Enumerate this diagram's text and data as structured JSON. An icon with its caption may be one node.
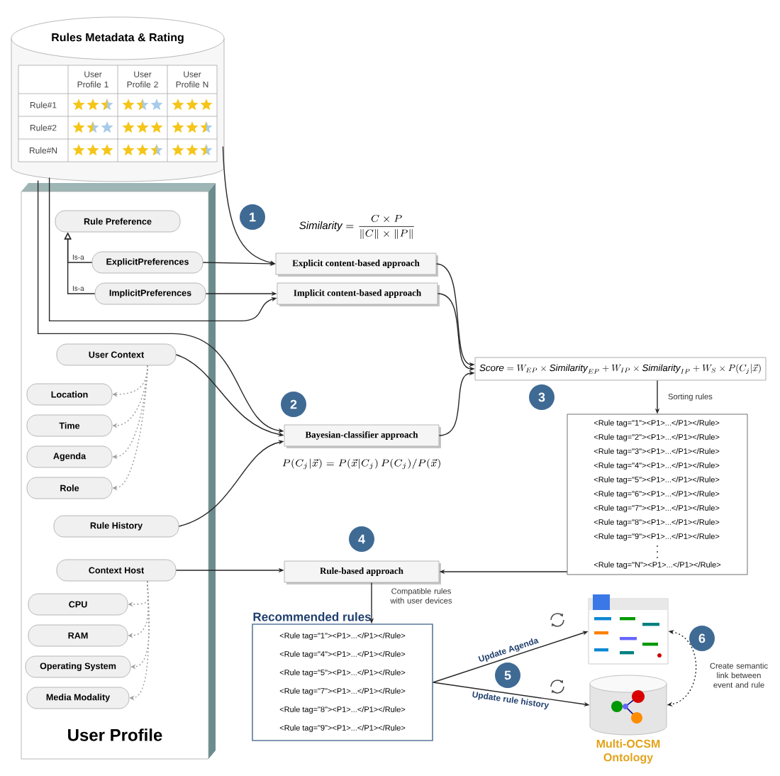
{
  "diagram": {
    "nodes": [
      {
        "text": [
          "Rules Metadata & Rating"
        ]
      },
      {
        "text": [
          "User Profile"
        ]
      },
      {
        "text": [
          "Rule Preference"
        ],
        "in": 1
      },
      {
        "text": [
          "ExplicitPreferences"
        ],
        "in": 1
      },
      {
        "text": [
          "ImplicitPreferences"
        ],
        "in": 1
      },
      {
        "text": [
          "User Context"
        ],
        "in": 1
      },
      {
        "text": [
          "Location"
        ],
        "in": 1
      },
      {
        "text": [
          "Time"
        ],
        "in": 1
      },
      {
        "text": [
          "Agenda"
        ],
        "in": 1
      },
      {
        "text": [
          "Role"
        ],
        "in": 1
      },
      {
        "text": [
          "Rule History"
        ],
        "in": 1
      },
      {
        "text": [
          "Context Host"
        ],
        "in": 1
      },
      {
        "text": [
          "CPU"
        ],
        "in": 1
      },
      {
        "text": [
          "RAM"
        ],
        "in": 1
      },
      {
        "text": [
          "Operating System"
        ],
        "in": 1
      },
      {
        "text": [
          "Media Modality"
        ],
        "in": 1
      },
      {
        "text": [
          "Explicit content-based approach"
        ],
        "beside": [
          "\\mathit{Similarity} = \\frac{C \\times P}{\\|C\\| \\times \\|P\\|}"
        ]
      },
      {
        "text": [
          "Implicit content-based approach"
        ]
      },
      {
        "text": [
          "Bayesian-classifier approach"
        ],
        "beside": [
          "P(C_j|\\vec{x}) = P(\\vec{x}|C_j)\\,P(C_j)/P(\\vec{x})"
        ]
      },
      {
        "text": [
          "\\mathit{Score} = W_{EP} \\times \\mathit{Similarity}_{EP} + W_{IP} \\times \\mathit{Similarity}_{IP} + W_S \\times P(C_j|\\vec{x})"
        ]
      },
      {
        "text": [
          "<Rule tag=\"1\"><P1>...</P1></Rule>",
          "<Rule tag=\"2\"><P1>...</P1></Rule>",
          "<Rule tag=\"3\"><P1>...</P1></Rule>",
          "<Rule tag=\"4\"><P1>...</P1></Rule>",
          "<Rule tag=\"5\"><P1>...</P1></Rule>",
          "<Rule tag=\"6\"><P1>...</P1></Rule>",
          "<Rule tag=\"7\"><P1>...</P1></Rule>",
          "<Rule tag=\"8\"><P1>...</P1></Rule>",
          "<Rule tag=\"9\"><P1>...</P1></Rule>",
          "<Rule tag=\"N\"><P1>...</P1></Rule>"
        ]
      },
      {
        "text": [
          "Rule-based approach"
        ]
      },
      {
        "text": [
          "Recommended rules",
          "<Rule tag=\"1\"><P1>...</P1></Rule>",
          "<Rule tag=\"4\"><P1>...</P1></Rule>",
          "<Rule tag=\"5\"><P1>...</P1></Rule>",
          "<Rule tag=\"7\"><P1>...</P1></Rule>",
          "<Rule tag=\"8\"><P1>...</P1></Rule>",
          "<Rule tag=\"9\"><P1>...</P1></Rule>"
        ]
      },
      {
        "text": [],
        "shape": "picture"
      },
      {
        "text": [
          "Multi-OCSM Ontology"
        ]
      }
    ],
    "edges": [
      {
        "from": 0,
        "to": 16,
        "arrow": "to"
      },
      {
        "from": 3,
        "to": 2,
        "arrow": "to",
        "label": "Is-a"
      },
      {
        "from": 4,
        "to": 2,
        "arrow": "to",
        "label": "Is-a"
      },
      {
        "from": 3,
        "to": 16,
        "arrow": "to"
      },
      {
        "from": 4,
        "to": 17,
        "arrow": "to"
      },
      {
        "from": 0,
        "to": 17,
        "arrow": "to"
      },
      {
        "from": 0,
        "to": 18,
        "arrow": "to"
      },
      {
        "from": 5,
        "to": 6,
        "arrow": "to",
        "style": "dashed",
        "color": "#9a9a9a"
      },
      {
        "from": 5,
        "to": 7,
        "arrow": "to",
        "style": "dashed",
        "color": "#9a9a9a"
      },
      {
        "from": 5,
        "to": 8,
        "arrow": "to",
        "style": "dashed",
        "color": "#9a9a9a"
      },
      {
        "from": 5,
        "to": 9,
        "arrow": "to",
        "style": "dashed",
        "color": "#9a9a9a"
      },
      {
        "from": 5,
        "to": 18,
        "arrow": "to"
      },
      {
        "from": 10,
        "to": 18,
        "arrow": "to"
      },
      {
        "from": 11,
        "to": 12,
        "arrow": "to",
        "style": "dashed",
        "color": "#9a9a9a"
      },
      {
        "from": 11,
        "to": 13,
        "arrow": "to",
        "style": "dashed",
        "color": "#9a9a9a"
      },
      {
        "from": 11,
        "to": 14,
        "arrow": "to",
        "style": "dashed",
        "color": "#9a9a9a"
      },
      {
        "from": 11,
        "to": 15,
        "arrow": "to",
        "style": "dashed",
        "color": "#9a9a9a"
      },
      {
        "from": 11,
        "to": 21,
        "arrow": "to"
      },
      {
        "from": 16,
        "to": 19,
        "arrow": "to"
      },
      {
        "from": 17,
        "to": 19,
        "arrow": "to"
      },
      {
        "from": 18,
        "to": 19,
        "arrow": "to"
      },
      {
        "from": 19,
        "to": 20,
        "arrow": "to",
        "label": "Sorting rules"
      },
      {
        "from": 20,
        "to": 21,
        "arrow": "to"
      },
      {
        "from": 21,
        "to": 22,
        "arrow": "to",
        "label": "Compatible rules with user devices"
      },
      {
        "from": 22,
        "to": 23,
        "arrow": "to",
        "label": "Update Agenda"
      },
      {
        "from": 22,
        "to": 24,
        "arrow": "to",
        "label": "Update rule history"
      },
      {
        "from": 23,
        "to": 24,
        "arrow": "both",
        "style": "dashed",
        "label": "Create semantic link between event and rule"
      }
    ],
    "labels": [
      "User Profile 1",
      "User Profile 2",
      "User Profile N",
      "Rule#1",
      "Rule#2",
      "Rule#N",
      "1",
      "2",
      "3",
      "4",
      "5",
      "6"
    ]
  }
}
